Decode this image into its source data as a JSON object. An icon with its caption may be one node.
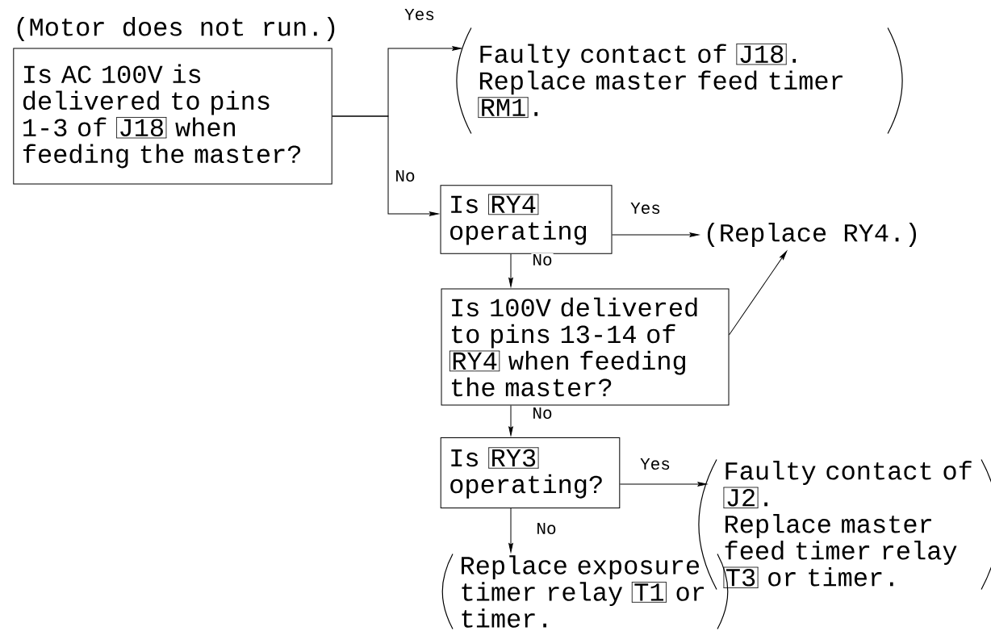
{
  "diagram": {
    "title": "(Motor does not run.)",
    "nodes": [
      {
        "text": [
          "Is AC 100V is delivered to pins 1-3 of",
          "J18",
          "when feeding the master?"
        ]
      },
      {
        "text": [
          "Faulty contact of",
          "J18",
          ".",
          "Replace master feed timer",
          "RM1",
          "."
        ]
      },
      {
        "text": [
          "Is",
          "RY4",
          "operating"
        ]
      },
      {
        "text": [
          "(Replace RY4.)"
        ]
      },
      {
        "text": [
          "Is 100V delivered to pins 13-14 of",
          "RY4",
          "when feeding the master?"
        ]
      },
      {
        "text": [
          "Is",
          "RY3",
          "operating?"
        ]
      },
      {
        "text": [
          "Replace exposure timer relay",
          "T1",
          "or timer."
        ]
      },
      {
        "text": [
          "Faulty contact of",
          "J2",
          ".",
          "Replace master feed timer relay",
          "T3",
          "or timer."
        ]
      }
    ],
    "edges": [
      {
        "from": 0,
        "to": 1,
        "arrow": "to",
        "label": "Yes"
      },
      {
        "from": 0,
        "to": 2,
        "arrow": "to",
        "label": "No"
      },
      {
        "from": 2,
        "to": 3,
        "arrow": "to",
        "label": "Yes"
      },
      {
        "from": 2,
        "to": 4,
        "arrow": "to",
        "label": "No"
      },
      {
        "from": 4,
        "to": 3,
        "arrow": "to"
      },
      {
        "from": 4,
        "to": 5,
        "arrow": "to",
        "label": "No"
      },
      {
        "from": 5,
        "to": 7,
        "arrow": "to",
        "label": "Yes"
      },
      {
        "from": 5,
        "to": 6,
        "arrow": "to",
        "label": "No"
      }
    ]
  }
}
